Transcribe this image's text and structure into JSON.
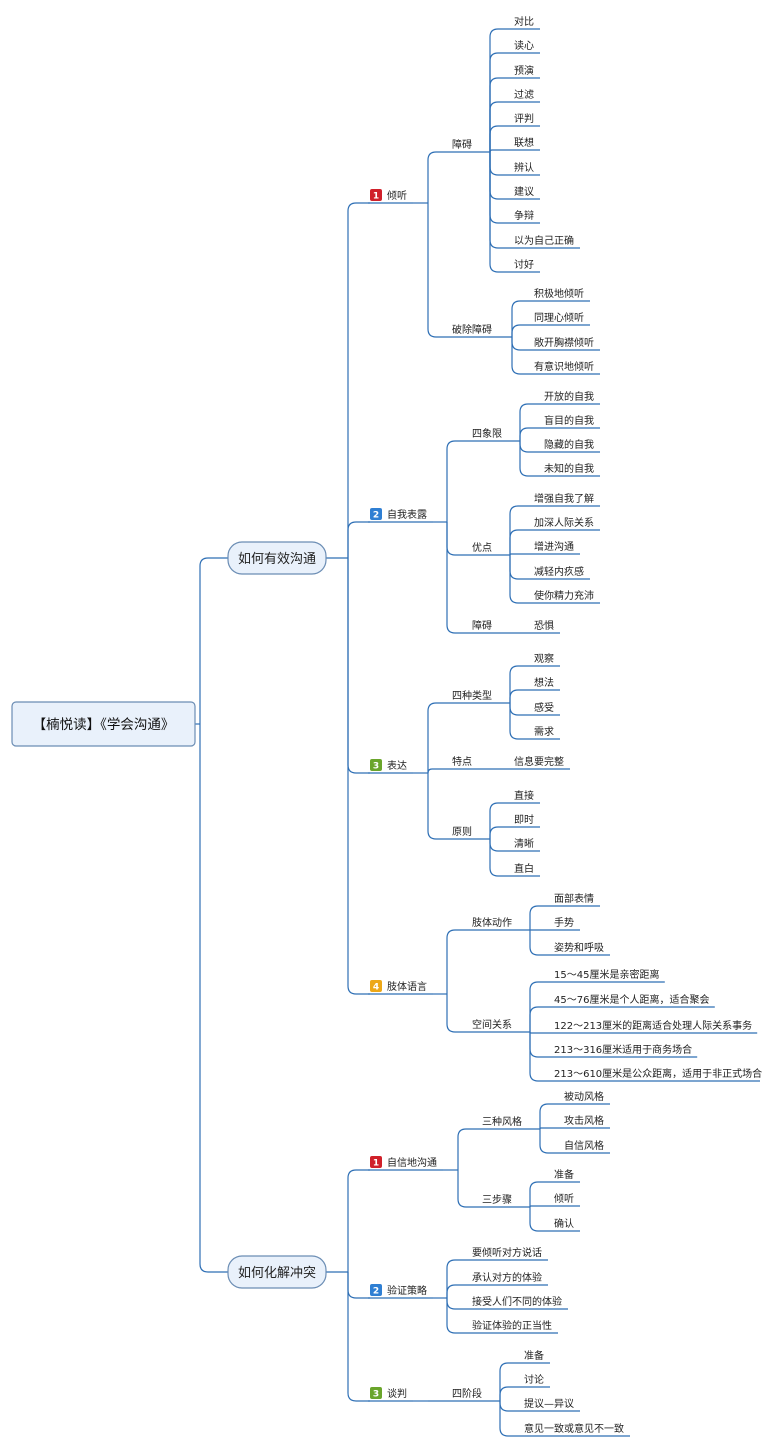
{
  "colors": {
    "line": "#2e6fb5",
    "node_fill": "#e9f1fb",
    "node_stroke": "#6b8db4",
    "badge": {
      "1": "#d0202a",
      "2": "#2f7fd3",
      "3": "#6aa52b",
      "4": "#eda818"
    }
  },
  "root": {
    "label": "【楠悦读】《学会沟通》"
  },
  "branches": [
    {
      "label": "如何有效沟通",
      "children": [
        {
          "badge": "1",
          "label": "倾听",
          "children": [
            {
              "label": "障碍",
              "children": [
                {
                  "label": "对比"
                },
                {
                  "label": "读心"
                },
                {
                  "label": "预演"
                },
                {
                  "label": "过滤"
                },
                {
                  "label": "评判"
                },
                {
                  "label": "联想"
                },
                {
                  "label": "辨认"
                },
                {
                  "label": "建议"
                },
                {
                  "label": "争辩"
                },
                {
                  "label": "以为自己正确"
                },
                {
                  "label": "讨好"
                }
              ]
            },
            {
              "label": "破除障碍",
              "children": [
                {
                  "label": "积极地倾听"
                },
                {
                  "label": "同理心倾听"
                },
                {
                  "label": "敞开胸襟倾听"
                },
                {
                  "label": "有意识地倾听"
                }
              ]
            }
          ]
        },
        {
          "badge": "2",
          "label": "自我表露",
          "children": [
            {
              "label": "四象限",
              "children": [
                {
                  "label": "开放的自我"
                },
                {
                  "label": "盲目的自我"
                },
                {
                  "label": "隐藏的自我"
                },
                {
                  "label": "未知的自我"
                }
              ]
            },
            {
              "label": "优点",
              "children": [
                {
                  "label": "增强自我了解"
                },
                {
                  "label": "加深人际关系"
                },
                {
                  "label": "增进沟通"
                },
                {
                  "label": "减轻内疚感"
                },
                {
                  "label": "使你精力充沛"
                }
              ]
            },
            {
              "label": "障碍",
              "children": [
                {
                  "label": "恐惧"
                }
              ]
            }
          ]
        },
        {
          "badge": "3",
          "label": "表达",
          "children": [
            {
              "label": "四种类型",
              "children": [
                {
                  "label": "观察"
                },
                {
                  "label": "想法"
                },
                {
                  "label": "感受"
                },
                {
                  "label": "需求"
                }
              ]
            },
            {
              "label": "特点",
              "children": [
                {
                  "label": "信息要完整"
                }
              ]
            },
            {
              "label": "原则",
              "children": [
                {
                  "label": "直接"
                },
                {
                  "label": "即时"
                },
                {
                  "label": "清晰"
                },
                {
                  "label": "直白"
                }
              ]
            }
          ]
        },
        {
          "badge": "4",
          "label": "肢体语言",
          "children": [
            {
              "label": "肢体动作",
              "children": [
                {
                  "label": "面部表情"
                },
                {
                  "label": "手势"
                },
                {
                  "label": "姿势和呼吸"
                }
              ]
            },
            {
              "label": "空间关系",
              "children": [
                {
                  "label": "15～45厘米是亲密距离"
                },
                {
                  "label": "45～76厘米是个人距离，适合聚会"
                },
                {
                  "label": "122～213厘米的距离适合处理人际关系事务"
                },
                {
                  "label": "213～316厘米适用于商务场合"
                },
                {
                  "label": "213～610厘米是公众距离，适用于非正式场合"
                }
              ]
            }
          ]
        }
      ]
    },
    {
      "label": "如何化解冲突",
      "children": [
        {
          "badge": "1",
          "label": "自信地沟通",
          "children": [
            {
              "label": "三种风格",
              "children": [
                {
                  "label": "被动风格"
                },
                {
                  "label": "攻击风格"
                },
                {
                  "label": "自信风格"
                }
              ]
            },
            {
              "label": "三步骤",
              "children": [
                {
                  "label": "准备"
                },
                {
                  "label": "倾听"
                },
                {
                  "label": "确认"
                }
              ]
            }
          ]
        },
        {
          "badge": "2",
          "label": "验证策略",
          "children": [
            {
              "label": "要倾听对方说话"
            },
            {
              "label": "承认对方的体验"
            },
            {
              "label": "接受人们不同的体验"
            },
            {
              "label": "验证体验的正当性"
            }
          ]
        },
        {
          "badge": "3",
          "label": "谈判",
          "children": [
            {
              "label": "四阶段",
              "children": [
                {
                  "label": "准备"
                },
                {
                  "label": "讨论"
                },
                {
                  "label": "提议—异议"
                },
                {
                  "label": "意见一致或意见不一致"
                }
              ]
            }
          ]
        }
      ]
    }
  ]
}
